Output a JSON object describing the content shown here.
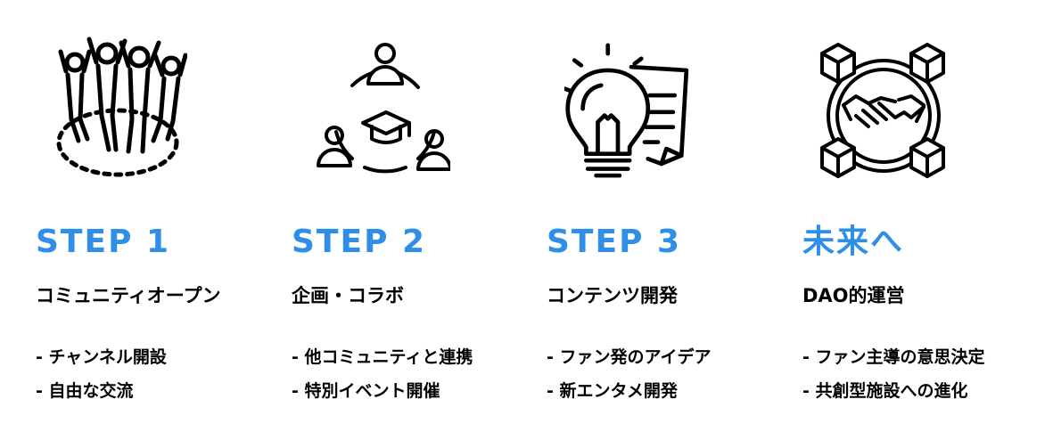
{
  "colors": {
    "accent": "#2f8fe8",
    "text": "#000000",
    "background": "#ffffff"
  },
  "steps": [
    {
      "icon": "community-people-icon",
      "title": "STEP 1",
      "subtitle": "コミュニティオープン",
      "bullets": [
        "- チャンネル開設",
        "- 自由な交流"
      ]
    },
    {
      "icon": "collaboration-icon",
      "title": "STEP 2",
      "subtitle": "企画・コラボ",
      "bullets": [
        "- 他コミュニティと連携",
        "- 特別イベント開催"
      ]
    },
    {
      "icon": "lightbulb-document-icon",
      "title": "STEP 3",
      "subtitle": "コンテンツ開発",
      "bullets": [
        "- ファン発のアイデア",
        "- 新エンタメ開発"
      ]
    },
    {
      "icon": "blockchain-handshake-icon",
      "title": "未来へ",
      "subtitle": "DAO的運営",
      "bullets": [
        "- ファン主導の意思決定",
        "- 共創型施設への進化"
      ]
    }
  ]
}
